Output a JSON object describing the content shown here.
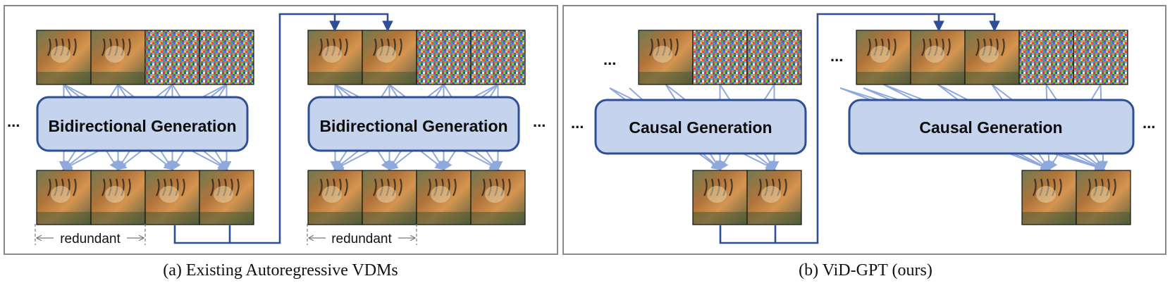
{
  "panels": [
    {
      "caption": "(a) Existing Autoregressive VDMs",
      "windows": [
        {
          "label": "Bidirectional Generation",
          "inputs": [
            "tiger",
            "tiger",
            "noise",
            "noise"
          ],
          "outputs": [
            "tiger",
            "tiger",
            "tiger",
            "tiger"
          ],
          "redundant_label": "redundant",
          "dots_left": "...",
          "dots_right": ""
        },
        {
          "label": "Bidirectional Generation",
          "inputs": [
            "tiger",
            "tiger",
            "noise",
            "noise"
          ],
          "outputs": [
            "tiger",
            "tiger",
            "tiger",
            "tiger"
          ],
          "redundant_label": "redundant",
          "dots_left": "",
          "dots_right": "..."
        }
      ]
    },
    {
      "caption": "(b) ViD-GPT (ours)",
      "windows": [
        {
          "label": "Causal Generation",
          "inputs": [
            "tiger",
            "noise",
            "noise"
          ],
          "outputs": [
            "tiger",
            "tiger"
          ],
          "dots_left": "...",
          "dots_left2": "...",
          "dots_right": ""
        },
        {
          "label": "Causal Generation",
          "inputs": [
            "tiger",
            "tiger",
            "tiger",
            "noise",
            "noise"
          ],
          "outputs": [
            "tiger",
            "tiger"
          ],
          "dots_left": "...",
          "dots_left2": "...",
          "dots_right": "..."
        }
      ]
    }
  ],
  "colors": {
    "box_fill": "#c5d3ec",
    "box_stroke": "#2e4f96",
    "arrow_light": "#8fa9dc",
    "arrow_dark": "#2e4f96",
    "panel_border": "#8a8a8a"
  }
}
